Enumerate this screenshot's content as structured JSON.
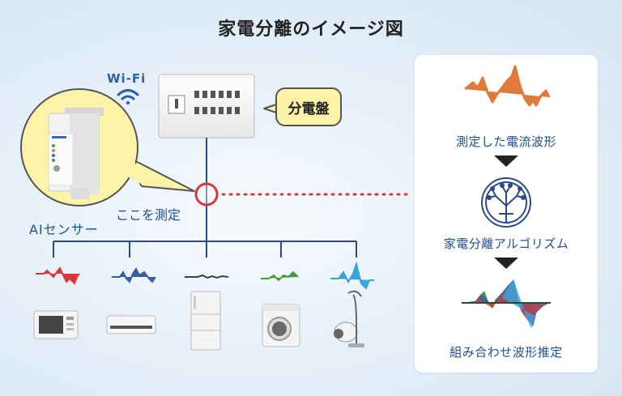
{
  "title": "家電分離のイメージ図",
  "labels": {
    "wifi": "Wi-Fi",
    "panel": "分電盤",
    "measure_point": "ここを測定",
    "sensor": "AIセンサー"
  },
  "process": {
    "step1": "測定した電流波形",
    "step2": "家電分離アルゴリズム",
    "step3": "組み合わせ波形推定"
  },
  "appliances": [
    {
      "name": "microwave-oven",
      "wave_color": "#d9383a"
    },
    {
      "name": "air-conditioner",
      "wave_color": "#3a5f9e"
    },
    {
      "name": "refrigerator",
      "wave_color": "#2e4a3a"
    },
    {
      "name": "washing-machine",
      "wave_color": "#4a9a3c"
    },
    {
      "name": "vacuum-cleaner",
      "wave_color": "#3aa3dc"
    }
  ],
  "colors": {
    "line": "#2c4a8a",
    "measure_circle": "#d9383a",
    "measured_wave": "#e07a3a",
    "panel_callout": "#fbf3a8",
    "sensor_bubble": "#fbf3a8",
    "text_blue": "#1f4f8a"
  }
}
